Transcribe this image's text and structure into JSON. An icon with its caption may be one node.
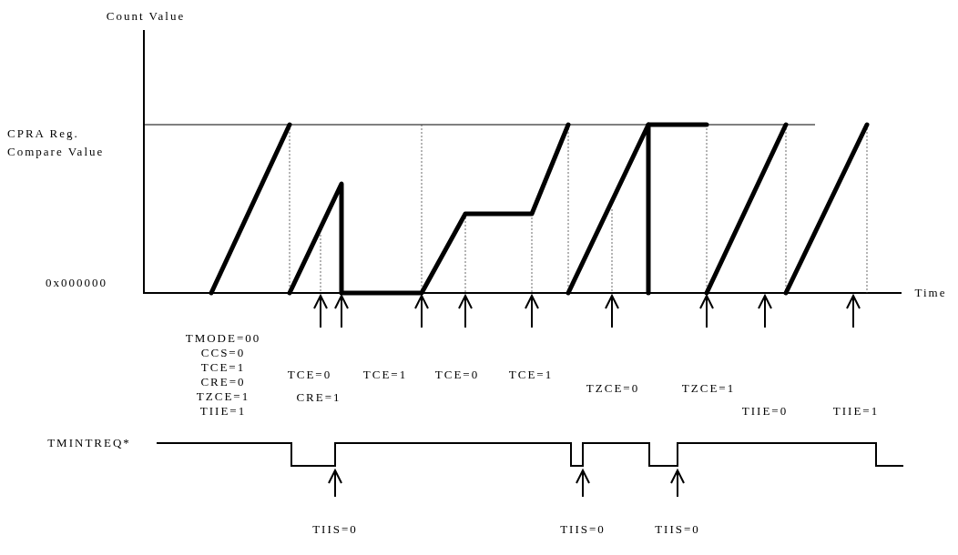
{
  "diagram": {
    "labels": [
      "Count Value",
      "CPRA Reg. Compare Value",
      "0x000000",
      "Time",
      "TMODE=00 CCS=0 TCE=1 CRE=0 TZCE=1 TIIE=1",
      "TCE=0",
      "CRE=1",
      "TCE=1",
      "TCE=0",
      "TCE=1",
      "TZCE=0",
      "TZCE=1",
      "TIIE=0",
      "TIIE=1",
      "TMINTREQ*",
      "TIIS=0",
      "TIIS=0",
      "TIIS=0"
    ]
  }
}
